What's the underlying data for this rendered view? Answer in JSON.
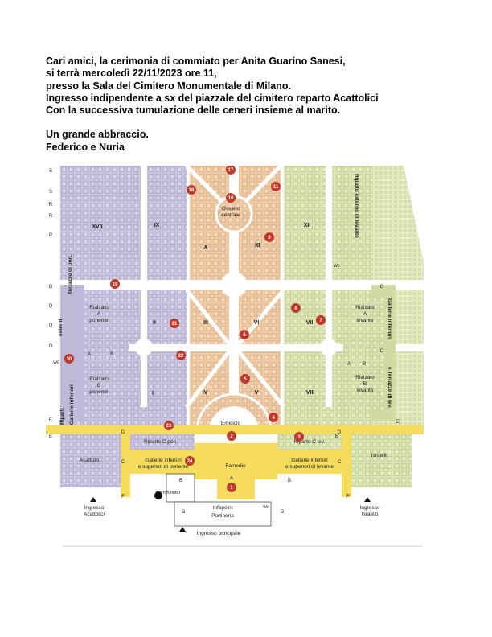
{
  "letter": {
    "lines": [
      "Cari amici, la cerimonia di commiato per Anita Guarino Sanesi,",
      "si terrà mercoledì 22/11/2023 ore 11,",
      "presso la Sala del Cimitero Monumentale di Milano.",
      "Ingresso indipendente a sx del piazzale del cimitero reparto Acattolici",
      "Con la successiva tumulazione delle ceneri insieme al marito."
    ],
    "closing": [
      "Un grande abbraccio.",
      "Federico e Nuria"
    ]
  },
  "map": {
    "colors": {
      "west": "#c9c4dd",
      "center": "#eecba7",
      "east": "#d9e3b4",
      "corridor": "#f6dc5c",
      "street": "#ffffff",
      "pin": "#c0392b",
      "path": "#b9b2d2"
    },
    "sections": {
      "ix": "IX",
      "x": "X",
      "xi": "XI",
      "xii": "XII",
      "xvii": "XVII",
      "ii": "II",
      "iii": "III",
      "vi": "VI",
      "vii": "VII",
      "i": "I",
      "iv": "IV",
      "v": "V",
      "viii": "VIII"
    },
    "labels": {
      "ossario": "Ossario",
      "centrale": "centrale",
      "rialzato_a_ponente_1": "Rialzato",
      "rialzato_a_ponente_2": "A",
      "rialzato_a_ponente_3": "ponente",
      "rialzato_b_ponente_1": "Rialzato",
      "rialzato_b_ponente_2": "B",
      "rialzato_b_ponente_3": "ponente",
      "rialzato_a_levante_1": "Rialzato",
      "rialzato_a_levante_2": "A",
      "rialzato_a_levante_3": "levante",
      "rialzato_b_levante_1": "Rialzato",
      "rialzato_b_levante_2": "B",
      "rialzato_b_levante_3": "levante",
      "emiciclo": "Emiciclo",
      "riparto_c_pon": "Riparto C pon.",
      "riparto_c_lev": "Riparto C lev.",
      "acattolici": "Acattolici",
      "israeliti": "Israeliti",
      "gall_pon_1": "Gallerie inferiori",
      "gall_pon_2": "e superiori di ponente",
      "gall_lev_1": "Gallerie inferiori",
      "gall_lev_2": "e superiori di levante",
      "famedio": "Famedio",
      "carri_funebri": "Carri funebri",
      "infopoint": "Infopoint",
      "portineria": "Portineria",
      "ingresso_principale": "Ingresso principale",
      "ingresso_acattolici_1": "Ingresso",
      "ingresso_acattolici_2": "Acattolici",
      "ingresso_israeliti_1": "Ingresso",
      "ingresso_israeliti_2": "Israeliti",
      "terrazzo_ponente": "Terrazzo di pon.",
      "gallerie_inf_west": "Gallerie inferiori",
      "esterni": "esterni",
      "riparti": "Riparti",
      "riparto_esterno_levante": "Riparto esterno di levante",
      "gallerie_inf_east": "Gallerie inferiori",
      "terrazzo_levante": "e Terrazzo di lev.",
      "wc1": "wc",
      "wc2": "wc",
      "wc3": "wc",
      "a1": "A",
      "b1": "B",
      "a2": "A",
      "b2": "B",
      "q1": "Q",
      "q2": "Q",
      "o1": "O",
      "o2": "O",
      "o3": "O",
      "o4": "O",
      "e1": "E",
      "e2": "E",
      "e3": "E",
      "e4": "E",
      "d1": "D",
      "d2": "D",
      "c1": "C",
      "c2": "C",
      "f1": "F",
      "f2": "F",
      "g1": "G",
      "g2": "G",
      "b3": "B",
      "b4": "B",
      "a3": "A",
      "s1": "S",
      "s2": "S",
      "r1": "R",
      "r2": "R",
      "p1": "P"
    },
    "pins": [
      "17",
      "18",
      "10",
      "11",
      "9",
      "19",
      "8",
      "7",
      "21",
      "6",
      "20",
      "22",
      "5",
      "4",
      "23",
      "2",
      "3",
      "24",
      "1"
    ]
  }
}
